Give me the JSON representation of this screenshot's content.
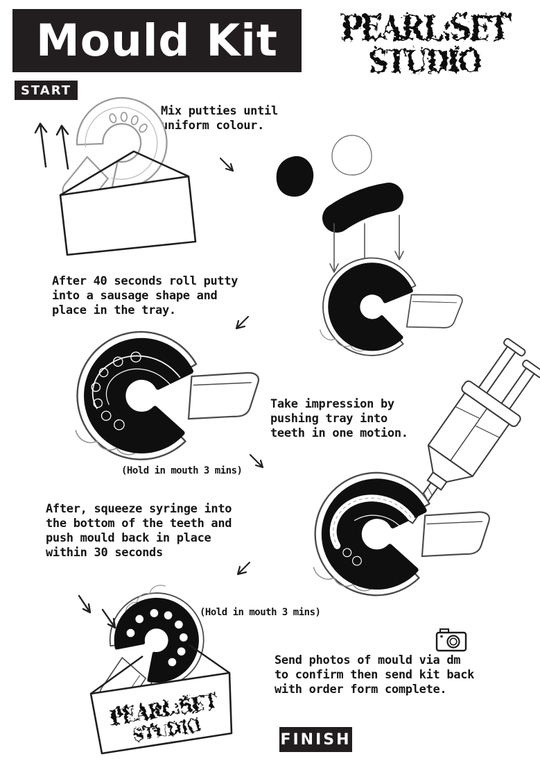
{
  "page": {
    "title": "Mould Kit"
  },
  "brand": {
    "line1": "PEARL:SET",
    "line2": "STUDIO"
  },
  "badges": {
    "start": "START",
    "finish": "FINISH"
  },
  "steps": {
    "mix": "Mix putties until\nuniform colour.",
    "roll": "After 40 seconds roll putty\ninto a sausage shape and\nplace in the tray.",
    "impression": "Take impression by\npushing tray into\nteeth in one motion.",
    "impression_note": "(Hold in mouth 3 mins)",
    "syringe": "After, squeeze syringe into\nthe bottom of the teeth and\npush mould back in place\nwithin 30 seconds",
    "syringe_note": "(Hold in mouth 3 mins)",
    "send": "Send photos of mould via dm\nto confirm then send kit back\nwith order form complete."
  },
  "icons": {
    "camera": "camera-icon"
  },
  "colors": {
    "banner_bg": "#221e1f",
    "ink": "#151515",
    "putty_black": "#0f0f0f",
    "pencil_gray": "#9a9a9a"
  }
}
